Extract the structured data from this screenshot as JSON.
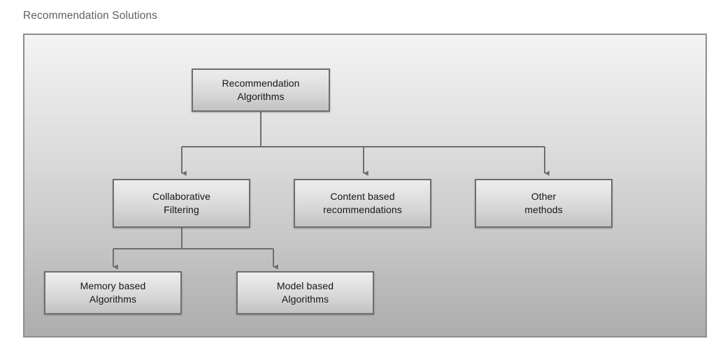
{
  "figure": {
    "caption": "Recommendation Solutions",
    "caption_color": "#5f6163",
    "frame_border_color": "#8d8d8d",
    "background_gradient_from": "#f4f4f4",
    "background_gradient_to": "#adadad"
  },
  "diagram": {
    "type": "tree",
    "orientation": "top-down",
    "node_border_color": "#6e6e6e",
    "node_fill_gradient_from": "#ededed",
    "node_fill_gradient_to": "#c2c2c2",
    "connector_color": "#6e6e6e",
    "levels": [
      {
        "level": 1,
        "nodes": [
          {
            "id": "recommendation-algorithms",
            "label": "Recommendation\nAlgorithms"
          }
        ]
      },
      {
        "level": 2,
        "nodes": [
          {
            "id": "collaborative-filtering",
            "label": "Collaborative\nFiltering"
          },
          {
            "id": "content-based-recommendations",
            "label": "Content based\nrecommendations"
          },
          {
            "id": "other-methods",
            "label": "Other\nmethods"
          }
        ]
      },
      {
        "level": 3,
        "nodes": [
          {
            "id": "memory-based-algorithms",
            "label": "Memory based\nAlgorithms"
          },
          {
            "id": "model-based-algorithms",
            "label": "Model based\nAlgorithms"
          }
        ]
      }
    ],
    "edges": [
      {
        "from": "recommendation-algorithms",
        "to": "collaborative-filtering"
      },
      {
        "from": "recommendation-algorithms",
        "to": "content-based-recommendations"
      },
      {
        "from": "recommendation-algorithms",
        "to": "other-methods"
      },
      {
        "from": "collaborative-filtering",
        "to": "memory-based-algorithms"
      },
      {
        "from": "collaborative-filtering",
        "to": "model-based-algorithms"
      }
    ]
  }
}
